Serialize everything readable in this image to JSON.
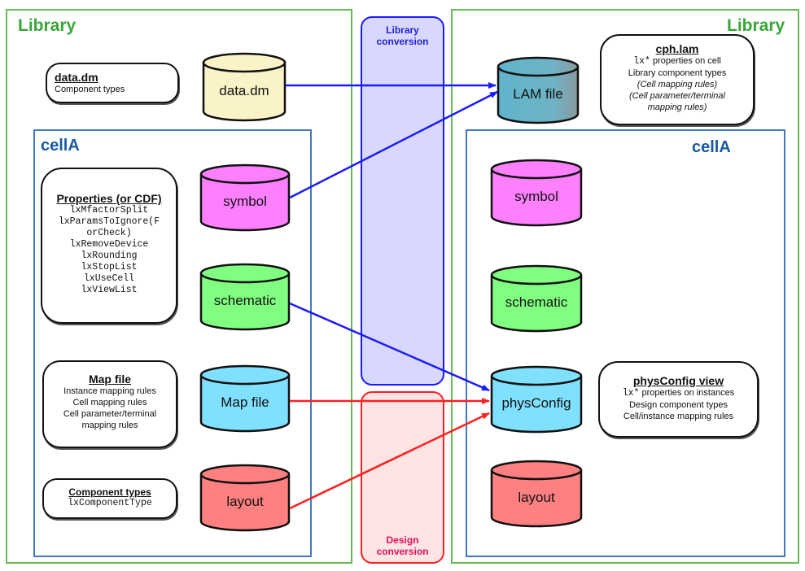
{
  "left_library": {
    "title": "Library",
    "data_dm_note": {
      "title": "data.dm",
      "lines": [
        "Component types"
      ]
    },
    "data_dm_cylinder": {
      "label": "data.dm",
      "color": "#fbf3c8"
    },
    "cell": {
      "title": "cellA",
      "properties_note": {
        "title": "Properties (or CDF)",
        "lines": [
          "lxMfactorSplit",
          "lxParamsToIgnore(F",
          "orCheck)",
          "lxRemoveDevice",
          "lxRounding",
          "lxStopList",
          "lxUseCell",
          "lxViewList"
        ]
      },
      "map_file_note": {
        "title": "Map file",
        "lines": [
          "Instance mapping rules",
          "Cell mapping rules",
          "Cell parameter/terminal",
          "mapping rules"
        ]
      },
      "component_types_note": {
        "title": "Component types",
        "lines": [
          "lxComponentType"
        ]
      },
      "cylinders": [
        {
          "label": "symbol",
          "color": "#ff80ff"
        },
        {
          "label": "schematic",
          "color": "#80ff80"
        },
        {
          "label": "Map file",
          "color": "#80e0ff"
        },
        {
          "label": "layout",
          "color": "#ff8080"
        }
      ]
    }
  },
  "conversions": {
    "library": {
      "label_line1": "Library",
      "label_line2": "conversion",
      "color": "#1a1aff"
    },
    "design": {
      "label_line1": "Design",
      "label_line2": "conversion",
      "color": "#ff2020"
    }
  },
  "right_library": {
    "title": "Library",
    "lam_cylinder": {
      "label": "LAM file",
      "color": "#6bb8cc"
    },
    "cph_note": {
      "title": "cph.lam",
      "line1_mono": "lx*",
      "line1_rest": " properties on cell",
      "line2": "Library component types",
      "line3": "(Cell mapping rules)",
      "line4": "(Cell parameter/terminal",
      "line5": "mapping rules)"
    },
    "cell": {
      "title": "cellA",
      "cylinders": [
        {
          "label": "symbol",
          "color": "#ff80ff"
        },
        {
          "label": "schematic",
          "color": "#80ff80"
        },
        {
          "label": "physConfig",
          "color": "#80e0ff"
        },
        {
          "label": "layout",
          "color": "#ff8080"
        }
      ],
      "physconfig_note": {
        "title": "physConfig view",
        "line1_mono": "lx*",
        "line1_rest": " properties on instances",
        "line2": "Design component types",
        "line3": "Cell/instance mapping rules"
      }
    }
  },
  "arrows": [
    {
      "from": "data.dm",
      "to": "LAM file",
      "type": "library"
    },
    {
      "from": "symbol",
      "to": "LAM file",
      "type": "library"
    },
    {
      "from": "schematic",
      "to": "physConfig",
      "type": "library"
    },
    {
      "from": "Map file",
      "to": "physConfig",
      "type": "design"
    },
    {
      "from": "layout",
      "to": "physConfig",
      "type": "design"
    }
  ]
}
